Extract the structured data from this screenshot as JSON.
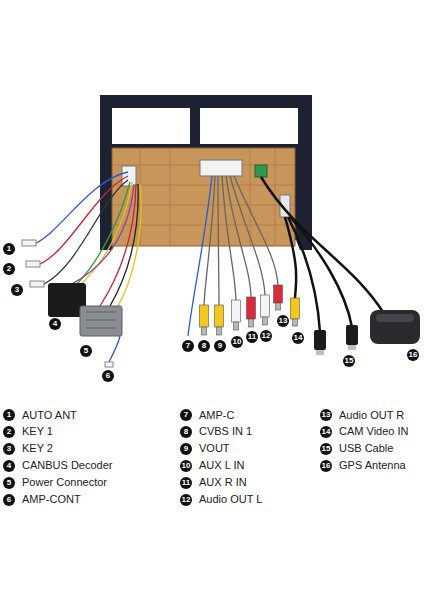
{
  "diagram": {
    "labels": [
      "1",
      "2",
      "3",
      "4",
      "5",
      "6",
      "7",
      "8",
      "9",
      "10",
      "11",
      "12",
      "13",
      "14",
      "15",
      "16",
      "1",
      "AUTO ANT",
      "2",
      "KEY 1",
      "3",
      "KEY 2",
      "4",
      "CANBUS Decoder",
      "5",
      "Power Connector",
      "6",
      "AMP-CONT",
      "7",
      "AMP-C",
      "8",
      "CVBS IN 1",
      "9",
      "VOUT",
      "10",
      "AUX L IN",
      "11",
      "AUX R IN",
      "12",
      "Audio OUT L",
      "13",
      "Audio OUT R",
      "14",
      "CAM Video IN",
      "15",
      "USB Cable",
      "16",
      "GPS Antenna"
    ]
  }
}
